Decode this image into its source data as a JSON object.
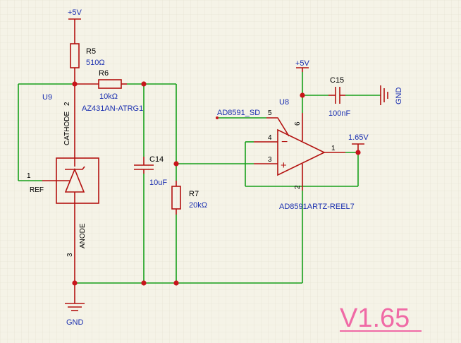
{
  "colors": {
    "background": "#f5f3e7",
    "grid": "#e3e0cf",
    "wire": "#16a01a",
    "component": "#b3110f",
    "junction": "#c8141b",
    "net_label": "#1a2fb0",
    "text": "#000000",
    "version": "#f06aa6"
  },
  "nets": {
    "vcc_top": "+5V",
    "vcc_opamp": "+5V",
    "ground_left": "GND",
    "ground_cap": "GND",
    "output": "1.65V",
    "shutdown": "AD8591_SD"
  },
  "components": {
    "r5": {
      "designator": "R5",
      "value": "510Ω"
    },
    "r6": {
      "designator": "R6",
      "value": "10kΩ"
    },
    "r7": {
      "designator": "R7",
      "value": "20kΩ"
    },
    "c14": {
      "designator": "C14",
      "value": "10uF"
    },
    "c15": {
      "designator": "C15",
      "value": "100nF"
    },
    "u9": {
      "designator": "U9",
      "part": "AZ431AN-ATRG1",
      "pin_cathode": "CATHODE",
      "pin_cathode_num": "2",
      "pin_ref": "REF",
      "pin_ref_num": "1",
      "pin_anode": "ANODE",
      "pin_anode_num": "3"
    },
    "u8": {
      "designator": "U8",
      "part": "AD8591ARTZ-REEL7",
      "pin4": "4",
      "pin3": "3",
      "pin5": "5",
      "pin6": "6",
      "pin1": "1",
      "pin2": "2",
      "minus": "−",
      "plus": "+"
    }
  },
  "version_label": "V1.65"
}
